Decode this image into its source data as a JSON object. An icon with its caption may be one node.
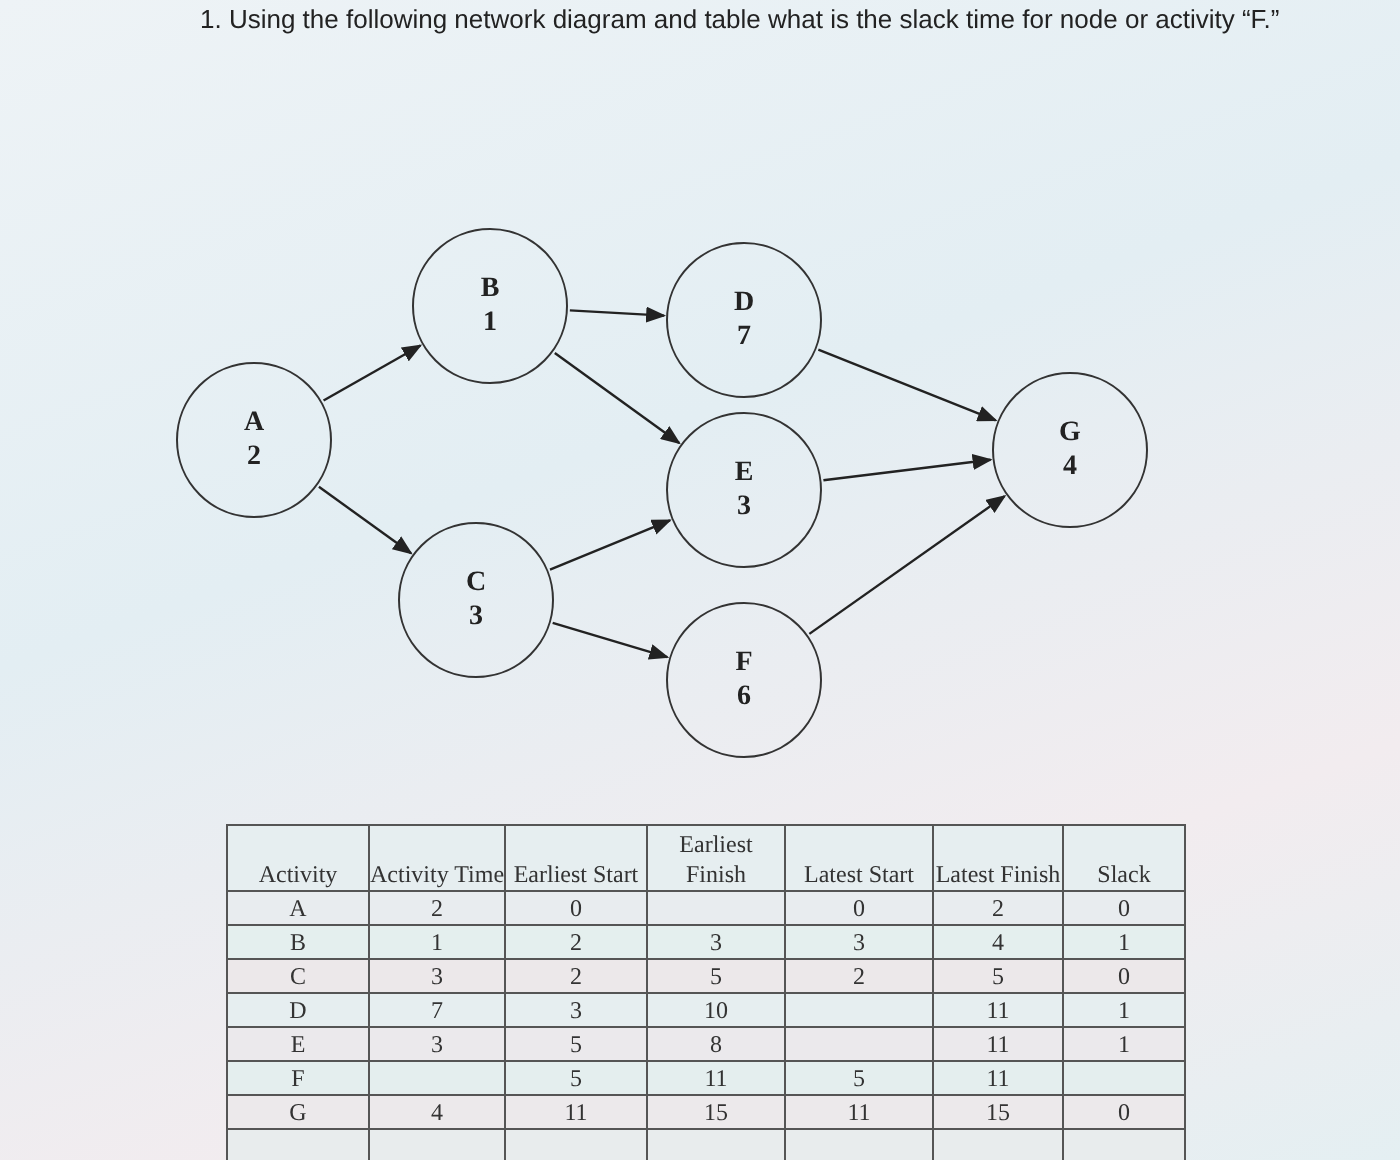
{
  "diagram": {
    "title": "1. Using the following network diagram and table what is the slack time for node or activity “F.”",
    "nodes": [
      {
        "text": [
          "A",
          "2"
        ]
      },
      {
        "text": [
          "B",
          "1"
        ]
      },
      {
        "text": [
          "D",
          "7"
        ]
      },
      {
        "text": [
          "E",
          "3"
        ]
      },
      {
        "text": [
          "G",
          "4"
        ]
      },
      {
        "text": [
          "C",
          "3"
        ]
      },
      {
        "text": [
          "F",
          "6"
        ]
      }
    ],
    "edges": [
      {
        "from": 0,
        "to": 1,
        "arrow": "to"
      },
      {
        "from": 0,
        "to": 5,
        "arrow": "to"
      },
      {
        "from": 1,
        "to": 2,
        "arrow": "to"
      },
      {
        "from": 1,
        "to": 3,
        "arrow": "to"
      },
      {
        "from": 5,
        "to": 3,
        "arrow": "to"
      },
      {
        "from": 5,
        "to": 6,
        "arrow": "to"
      },
      {
        "from": 2,
        "to": 4,
        "arrow": "to"
      },
      {
        "from": 3,
        "to": 4,
        "arrow": "to"
      },
      {
        "from": 6,
        "to": 4,
        "arrow": "to"
      }
    ],
    "labels": [
      "Activity",
      "Activity Time",
      "Earliest Start",
      "Earliest Finish",
      "Latest Start",
      "Latest Finish",
      "Slack",
      "A",
      "2",
      "0",
      "0",
      "2",
      "0",
      "B",
      "1",
      "2",
      "3",
      "3",
      "4",
      "1",
      "C",
      "3",
      "2",
      "5",
      "2",
      "5",
      "0",
      "D",
      "7",
      "3",
      "10",
      "11",
      "1",
      "E",
      "3",
      "5",
      "8",
      "11",
      "1",
      "F",
      "5",
      "11",
      "5",
      "11",
      "G",
      "4",
      "11",
      "15",
      "11",
      "15",
      "0"
    ]
  }
}
